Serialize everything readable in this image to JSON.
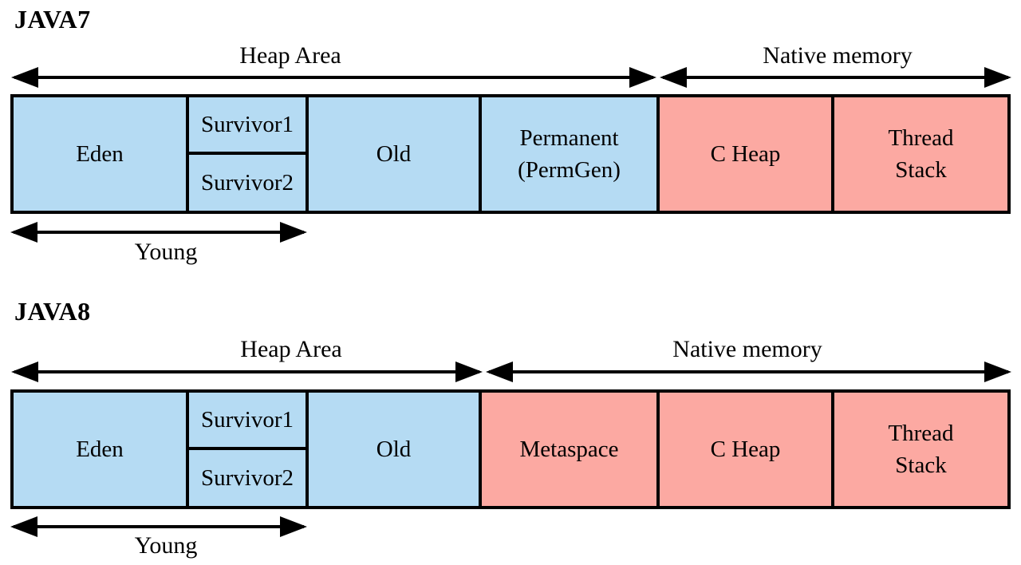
{
  "colors": {
    "heap_fill": "#b5dbf3",
    "native_fill": "#fca9a2",
    "border": "#000000",
    "background": "#ffffff",
    "text": "#000000"
  },
  "java7": {
    "title": "JAVA7",
    "heap_label": "Heap Area",
    "native_label": "Native memory",
    "young_label": "Young",
    "boxes": {
      "eden": "Eden",
      "survivor1": "Survivor1",
      "survivor2": "Survivor2",
      "old": "Old",
      "perm_line1": "Permanent",
      "perm_line2": "(PermGen)",
      "c_heap": "C Heap",
      "thread_line1": "Thread",
      "thread_line2": "Stack"
    }
  },
  "java8": {
    "title": "JAVA8",
    "heap_label": "Heap Area",
    "native_label": "Native memory",
    "young_label": "Young",
    "boxes": {
      "eden": "Eden",
      "survivor1": "Survivor1",
      "survivor2": "Survivor2",
      "old": "Old",
      "metaspace": "Metaspace",
      "c_heap": "C Heap",
      "thread_line1": "Thread",
      "thread_line2": "Stack"
    }
  }
}
